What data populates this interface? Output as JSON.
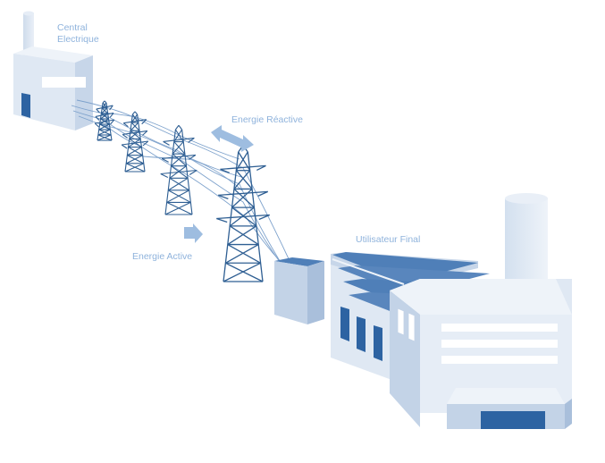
{
  "labels": {
    "central_line1": "Central",
    "central_line2": "Electrique",
    "reactive": "Energie Réactive",
    "active": "Energie Active",
    "user": "Utilisateur  Final"
  },
  "colors": {
    "label": "#8fb3dc",
    "tower": "#2f5f93",
    "wall_light": "#dfe8f3",
    "wall_mid": "#c3d3e7",
    "wall_dark": "#a9bfdb",
    "roof_blue": "#4f7fb8",
    "door_blue": "#2d63a2",
    "arrow": "#9ebde0"
  },
  "icons": {
    "power_plant": "power-plant-icon",
    "pylon": "transmission-tower-icon",
    "factory": "factory-icon"
  }
}
